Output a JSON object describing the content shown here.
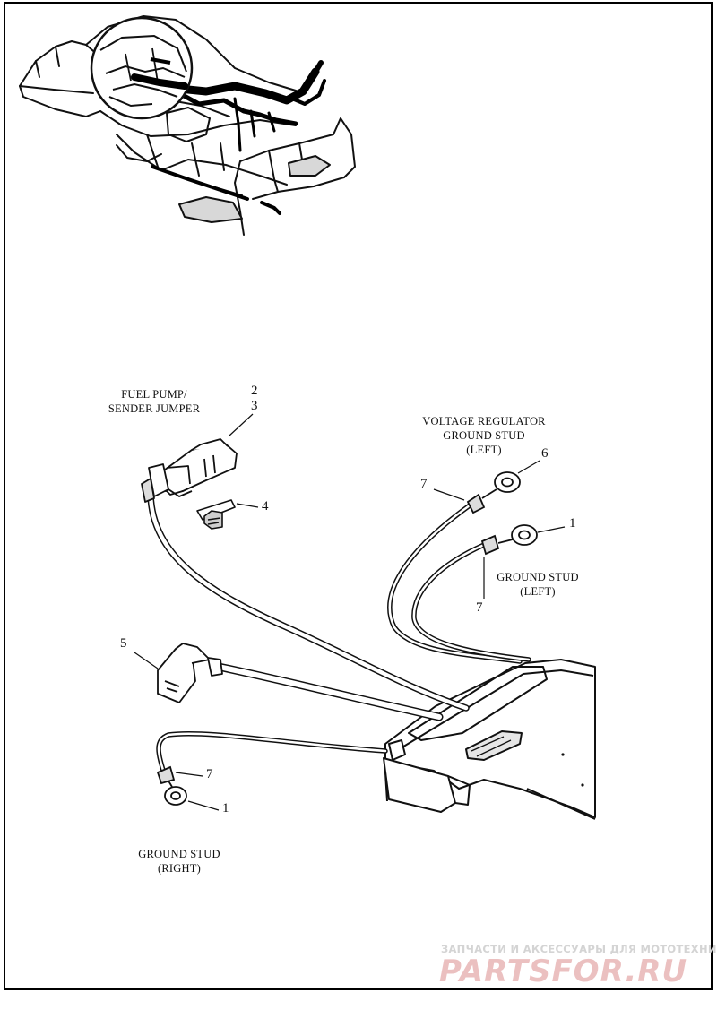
{
  "labels": {
    "fuel_pump_line1": "FUEL PUMP/",
    "fuel_pump_line2": "SENDER JUMPER",
    "vr_line1": "VOLTAGE REGULATOR",
    "vr_line2": "GROUND STUD",
    "vr_line3": "(LEFT)",
    "gs_left_line1": "GROUND STUD",
    "gs_left_line2": "(LEFT)",
    "gs_right_line1": "GROUND STUD",
    "gs_right_line2": "(RIGHT)"
  },
  "callouts": {
    "c2": "2",
    "c3": "3",
    "c4": "4",
    "c5": "5",
    "c6": "6",
    "c7_upper": "7",
    "c1_upper": "1",
    "c7_mid": "7",
    "c7_lower": "7",
    "c1_lower": "1"
  },
  "watermark": {
    "tagline": "ЗАПЧАСТИ И АКСЕССУАРЫ ДЛЯ МОТОТЕХНИКИ",
    "logo": "PARTSFOR.RU"
  }
}
